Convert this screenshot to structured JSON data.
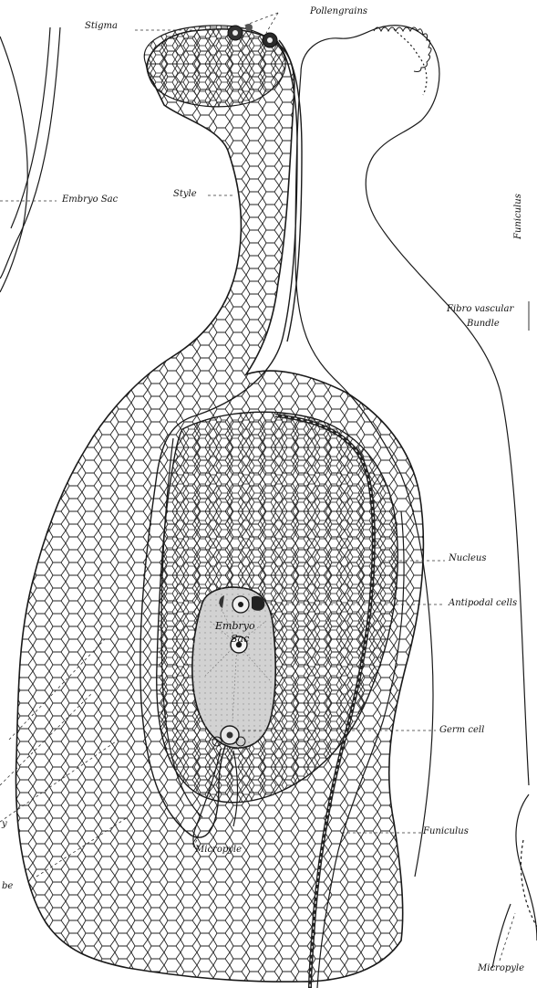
{
  "labels": {
    "stigma": "Stigma",
    "pollen_grains": "Pollengrains",
    "style": "Style",
    "embryo_sac_left": "Embryo Sac",
    "funiculus_top": "Funiculus",
    "fibro_vascular_line1": "Fibro vascular",
    "fibro_vascular_line2": "Bundle",
    "nucleus": "Nucleus",
    "antipodal_cells": "Antipodal cells",
    "embryo_sac_center_line1": "Embryo",
    "embryo_sac_center_line2": "Sac",
    "germ_cell": "Germ cell",
    "funiculus_bottom": "Funiculus",
    "micropyle_center": "Micropyle",
    "micropyle_right": "Micropyle",
    "cut_label_y": "y",
    "cut_label_be": "be"
  },
  "colors": {
    "ink": "#1a1a1a",
    "embryo_sac_fill": "#d2d2d2",
    "background": "#ffffff"
  }
}
